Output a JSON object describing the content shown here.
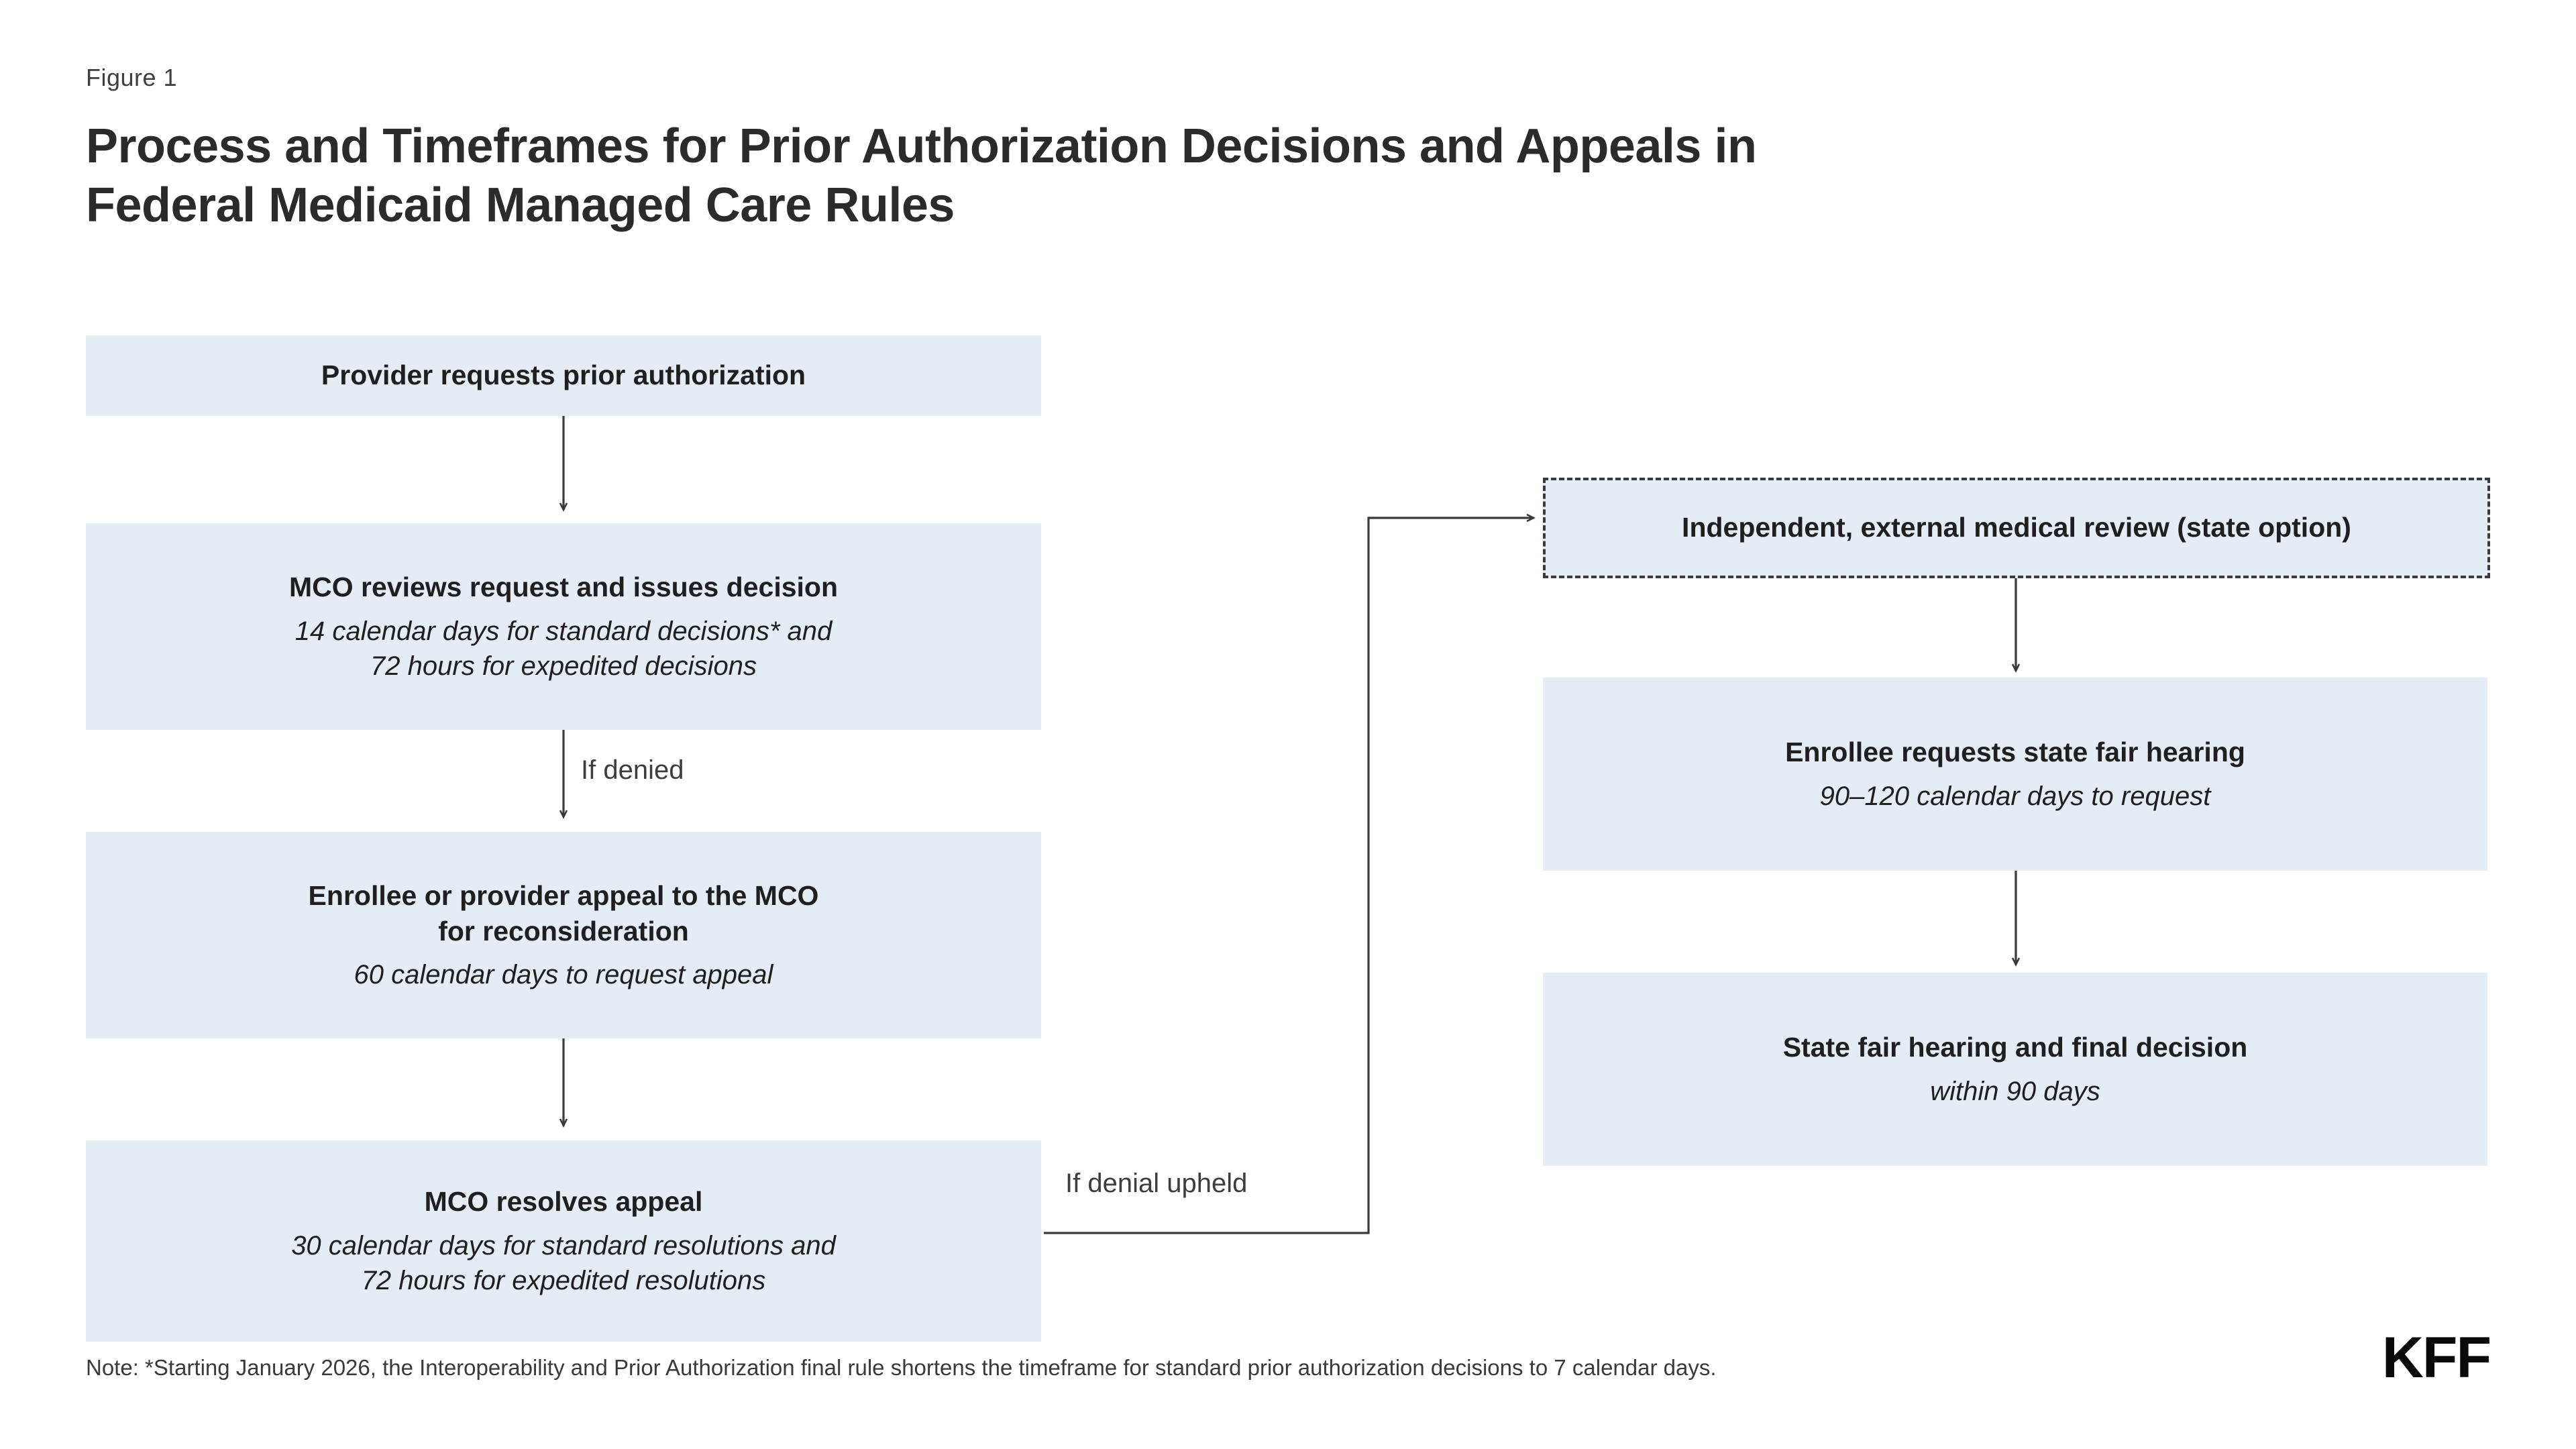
{
  "header": {
    "figure_label": "Figure  1",
    "title_line1": "Process and Timeframes for Prior Authorization Decisions and Appeals in",
    "title_line2": "Federal Medicaid Managed Care Rules"
  },
  "flow": {
    "left_column": [
      {
        "id": "provider-request",
        "title": "Provider requests prior authorization",
        "detail1": "",
        "detail2": ""
      },
      {
        "id": "mco-review",
        "title": "MCO reviews request and issues decision",
        "detail1": "14 calendar days for standard decisions* and",
        "detail2": "72 hours for expedited decisions"
      },
      {
        "id": "appeal-to-mco",
        "title": "Enrollee or provider appeal to the MCO",
        "title2": "for reconsideration",
        "detail1": "60 calendar days to request appeal",
        "detail2": ""
      },
      {
        "id": "mco-resolves",
        "title": "MCO resolves appeal",
        "detail1": "30 calendar days for standard resolutions and",
        "detail2": "72 hours for expedited resolutions"
      }
    ],
    "right_column": [
      {
        "id": "external-review",
        "title": "Independent, external medical review (state option)",
        "detail1": "",
        "detail2": "",
        "style": "dashed"
      },
      {
        "id": "state-fair-hearing-request",
        "title": "Enrollee requests state fair hearing",
        "detail1": "90–120 calendar days to request",
        "detail2": ""
      },
      {
        "id": "state-fair-hearing-decision",
        "title": "State fair hearing and final decision",
        "detail1": "within 90 days",
        "detail2": ""
      }
    ],
    "connector_labels": {
      "if_denied": "If denied",
      "if_denial_upheld": "If denial upheld"
    }
  },
  "footer": {
    "note": "Note: *Starting January 2026, the Interoperability and Prior Authorization final rule shortens the timeframe for standard prior authorization decisions to 7 calendar days.",
    "logo": "KFF"
  },
  "colors": {
    "box_fill": "#e6ecf4",
    "text": "#1f1f1f",
    "connector": "#3a3a3a",
    "dashed_border": "#3b3b3b"
  }
}
